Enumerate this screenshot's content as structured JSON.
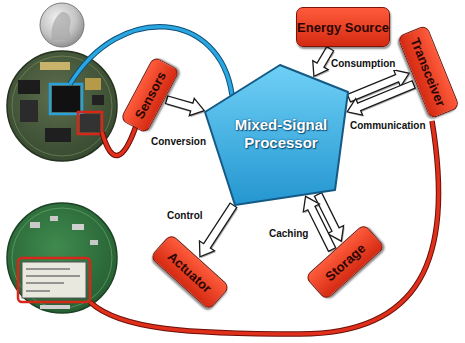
{
  "diagram": {
    "nodes": [
      {
        "text": [
          "Energy Source"
        ]
      },
      {
        "text": [
          "Sensors"
        ]
      },
      {
        "text": [
          "Mixed-Signal Processor"
        ]
      },
      {
        "text": [
          "Transceiver"
        ]
      },
      {
        "text": [
          "Actuator"
        ]
      },
      {
        "text": [
          "Storage"
        ]
      }
    ],
    "edges": [
      {
        "from": 0,
        "to": 2,
        "label": "Consumption",
        "arrow": "to"
      },
      {
        "from": 1,
        "to": 2,
        "label": "Conversion",
        "arrow": "to"
      },
      {
        "from": 2,
        "to": 3,
        "label": "Communication",
        "arrow": "to"
      },
      {
        "from": 3,
        "to": 2,
        "arrow": "to"
      },
      {
        "from": 2,
        "to": 4,
        "label": "Control",
        "arrow": "to"
      },
      {
        "from": 2,
        "to": 5,
        "label": "Caching",
        "arrow": "to"
      },
      {
        "from": 5,
        "to": 2,
        "arrow": "to"
      }
    ]
  }
}
